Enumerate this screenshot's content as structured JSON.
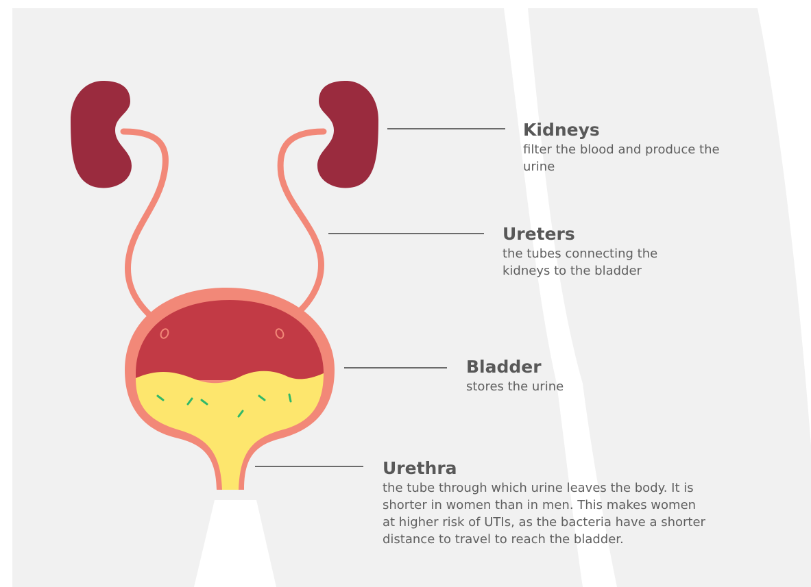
{
  "colors": {
    "background_panel": "#f1f1f1",
    "kidney": "#9a2b3e",
    "ureter_and_bladder_wall": "#f28878",
    "bladder_inner": "#c23a45",
    "urine": "#fde66d",
    "bacteria": "#2fb86a",
    "leader_line": "#6b6b6b",
    "text": "#5a5a5a"
  },
  "labels": {
    "kidneys": {
      "title": "Kidneys",
      "description": "filter the blood and produce the urine"
    },
    "ureters": {
      "title": "Ureters",
      "description": "the tubes connecting the kidneys to the bladder"
    },
    "bladder": {
      "title": "Bladder",
      "description": "stores the urine"
    },
    "urethra": {
      "title": "Urethra",
      "description": "the tube through which urine leaves the body. It is shorter in women than in men. This makes women at higher risk of UTIs, as the bacteria have a shorter distance to travel to reach the bladder."
    }
  }
}
